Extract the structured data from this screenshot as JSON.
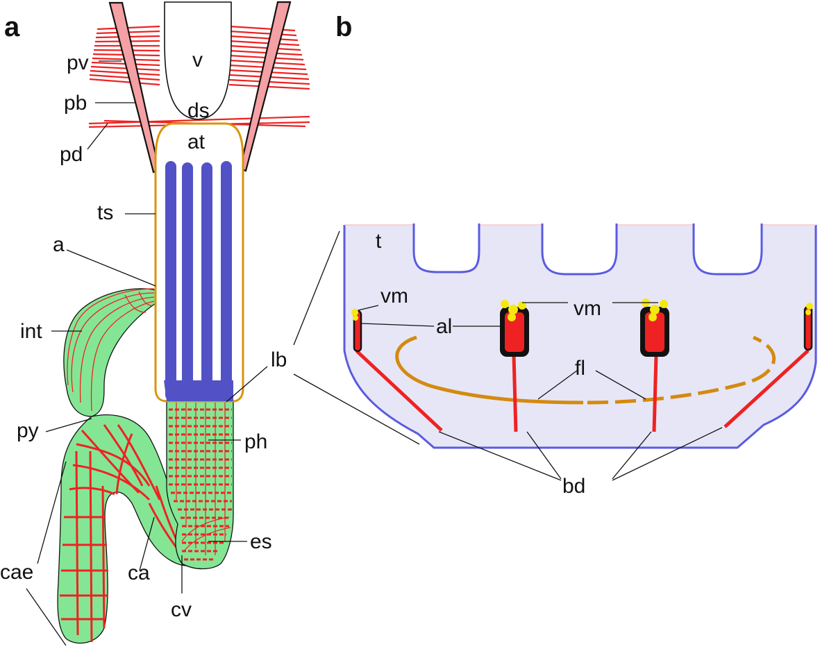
{
  "panels": [
    {
      "id": "a",
      "letter": "a"
    },
    {
      "id": "b",
      "letter": "b"
    }
  ],
  "labels_a": {
    "pv": "pv",
    "pb": "pb",
    "pd": "pd",
    "v": "v",
    "ds": "ds",
    "at": "at",
    "ts": "ts",
    "a": "a",
    "int": "int",
    "py": "py",
    "lb": "lb",
    "ph": "ph",
    "es": "es",
    "ca": "ca",
    "cv": "cv",
    "cae": "cae"
  },
  "labels_b": {
    "t": "t",
    "vm_left": "vm",
    "vm_center": "vm",
    "al": "al",
    "fl": "fl",
    "bd": "bd"
  },
  "colors": {
    "muscle_red": "#ee2222",
    "muscle_pink": "#f4a0a4",
    "tissue_green": "#84e694",
    "tube_orange": "#d9940a",
    "band_blue": "#5252c6",
    "box_fill": "#e6e6f6",
    "box_border": "#5a5ae0",
    "vm_yellow": "#f6e80e",
    "fl_orange": "#d48a10"
  }
}
